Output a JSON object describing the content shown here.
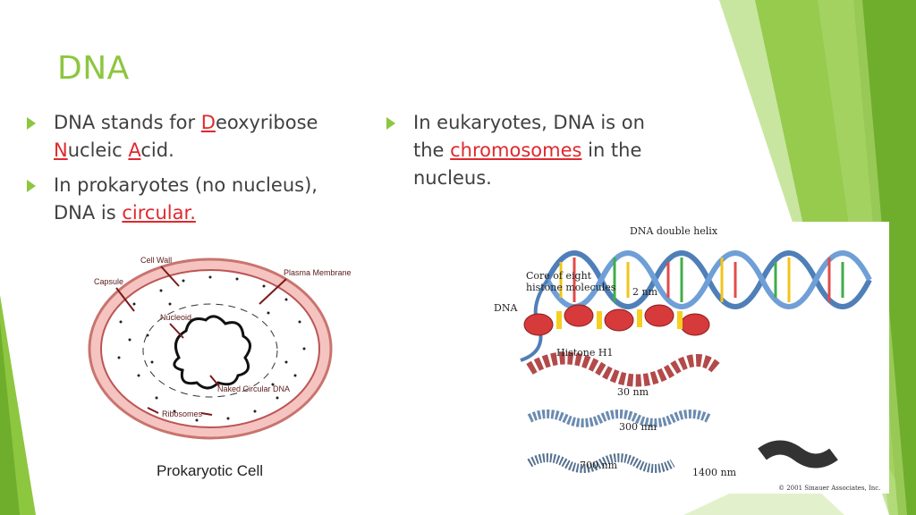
{
  "slide": {
    "title": "DNA",
    "accent_color": "#8dc63f",
    "highlight_color": "#e0282e"
  },
  "left_bullets": [
    {
      "pre": "DNA stands for ",
      "h1": "D",
      "mid1": "eoxyribose ",
      "h2": "N",
      "mid2": "ucleic ",
      "h3": "A",
      "post": "cid."
    },
    {
      "pre": "In prokaryotes (no nucleus), DNA is ",
      "highlight": "circular."
    }
  ],
  "right_bullets": [
    {
      "pre": "In eukaryotes, DNA is on the ",
      "highlight": "chromosomes",
      "post": " in the nucleus."
    }
  ],
  "prokaryote_figure": {
    "caption": "Prokaryotic Cell",
    "labels": {
      "cell_wall": "Cell Wall",
      "capsule": "Capsule",
      "plasma_membrane": "Plasma Membrane",
      "nucleoid": "Nucleoid",
      "naked_dna": "Naked Circular DNA",
      "ribosomes": "Ribosomes"
    }
  },
  "eukaryote_figure": {
    "labels": {
      "double_helix": "DNA double helix",
      "core": "Core of eight",
      "core2": "histone molecules",
      "nm2": "2 nm",
      "dna": "DNA",
      "histone": "Histone H1",
      "nm30": "30 nm",
      "nm300": "300 nm",
      "nm700": "700 nm",
      "nm1400": "1400 nm",
      "copyright": "© 2001 Sinauer Associates, Inc."
    }
  }
}
